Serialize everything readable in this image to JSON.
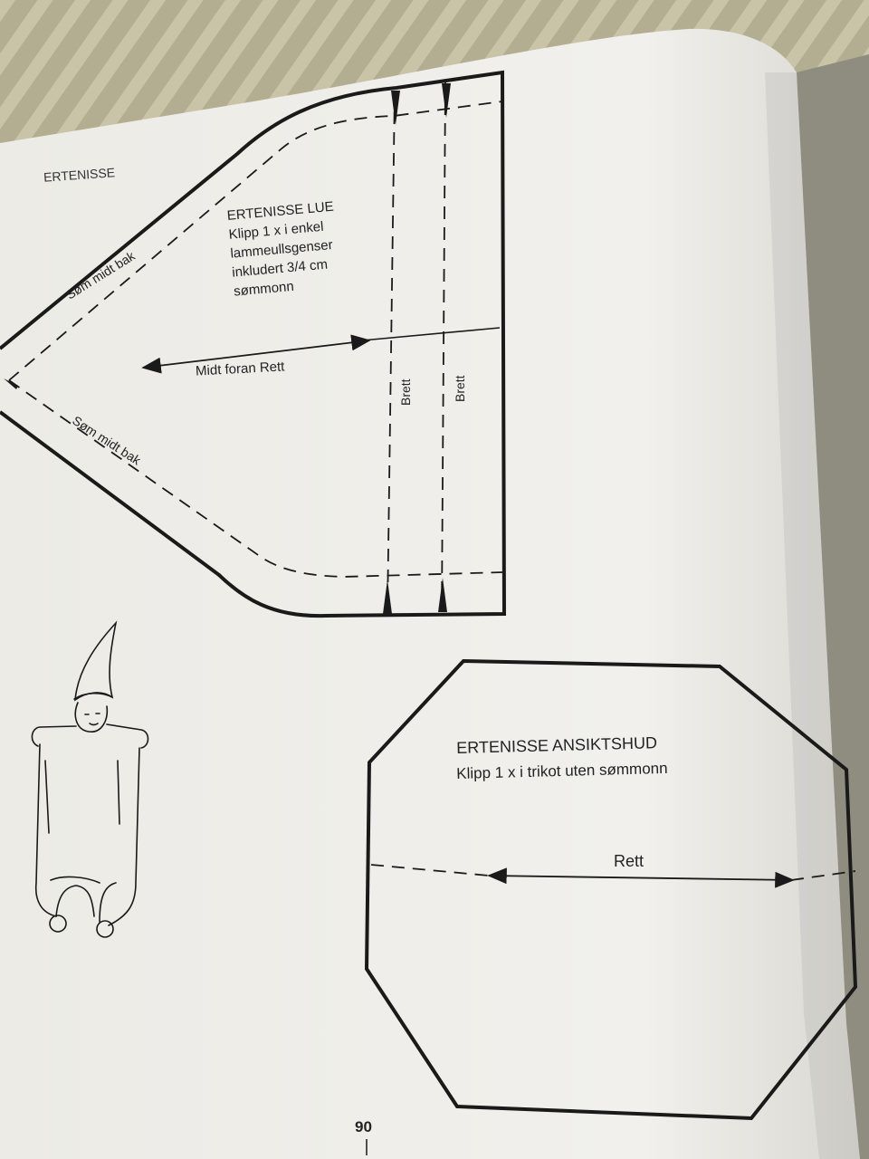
{
  "page": {
    "section_title": "ERTENISSE",
    "page_number": "90"
  },
  "hat_pattern": {
    "title": "ERTENISSE LUE",
    "instructions": [
      "Klipp 1 x i enkel",
      "lammeullsgenser",
      "inkludert 3/4 cm",
      "sømmonn"
    ],
    "seam_label_top": "Søm midt bak",
    "seam_label_bottom": "Søm midt bak",
    "grain_label": "Midt foran  Rett",
    "fold_labels": [
      "Brett",
      "Brett"
    ]
  },
  "face_pattern": {
    "title": "ERTENISSE ANSIKTSHUD",
    "instruction": "Klipp 1 x i trikot uten sømmonn",
    "grain_label": "Rett"
  },
  "colors": {
    "paper": "#f0f0ec",
    "ink": "#1a1a1a",
    "background": "#7d7a6e"
  }
}
